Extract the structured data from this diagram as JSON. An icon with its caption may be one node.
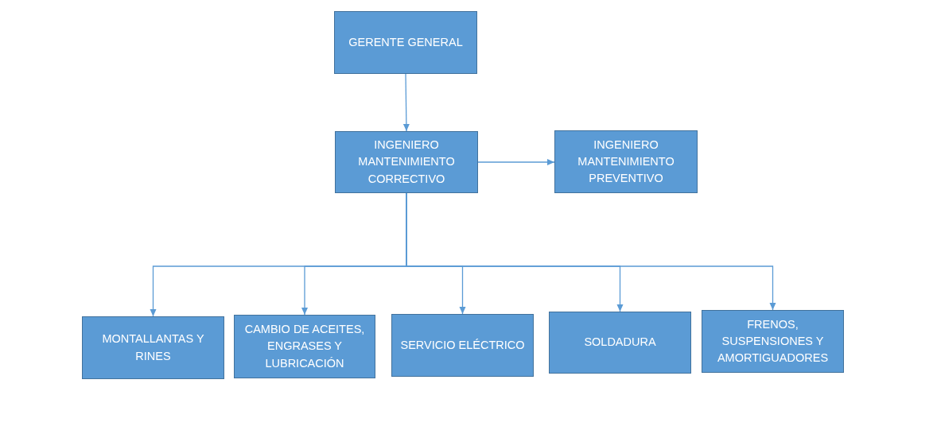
{
  "diagram": {
    "nodes": [
      {
        "text": [
          "GERENTE GENERAL"
        ]
      },
      {
        "text": [
          "INGENIERO MANTENIMIENTO CORRECTIVO"
        ]
      },
      {
        "text": [
          "INGENIERO MANTENIMIENTO PREVENTIVO"
        ]
      },
      {
        "text": [
          "MONTALLANTAS Y RINES"
        ]
      },
      {
        "text": [
          "CAMBIO DE ACEITES, ENGRASES Y LUBRICACIÓN"
        ]
      },
      {
        "text": [
          "SERVICIO ELÉCTRICO"
        ]
      },
      {
        "text": [
          "SOLDADURA"
        ]
      },
      {
        "text": [
          "FRENOS, SUSPENSIONES Y AMORTIGUADORES"
        ]
      }
    ],
    "edges": [
      {
        "from": 0,
        "to": 1,
        "arrow": "to"
      },
      {
        "from": 1,
        "to": 2,
        "arrow": "to"
      },
      {
        "from": 1,
        "to": 3,
        "arrow": "to"
      },
      {
        "from": 1,
        "to": 4,
        "arrow": "to"
      },
      {
        "from": 1,
        "to": 5,
        "arrow": "to"
      },
      {
        "from": 1,
        "to": 6,
        "arrow": "to"
      },
      {
        "from": 1,
        "to": 7,
        "arrow": "to"
      }
    ]
  }
}
